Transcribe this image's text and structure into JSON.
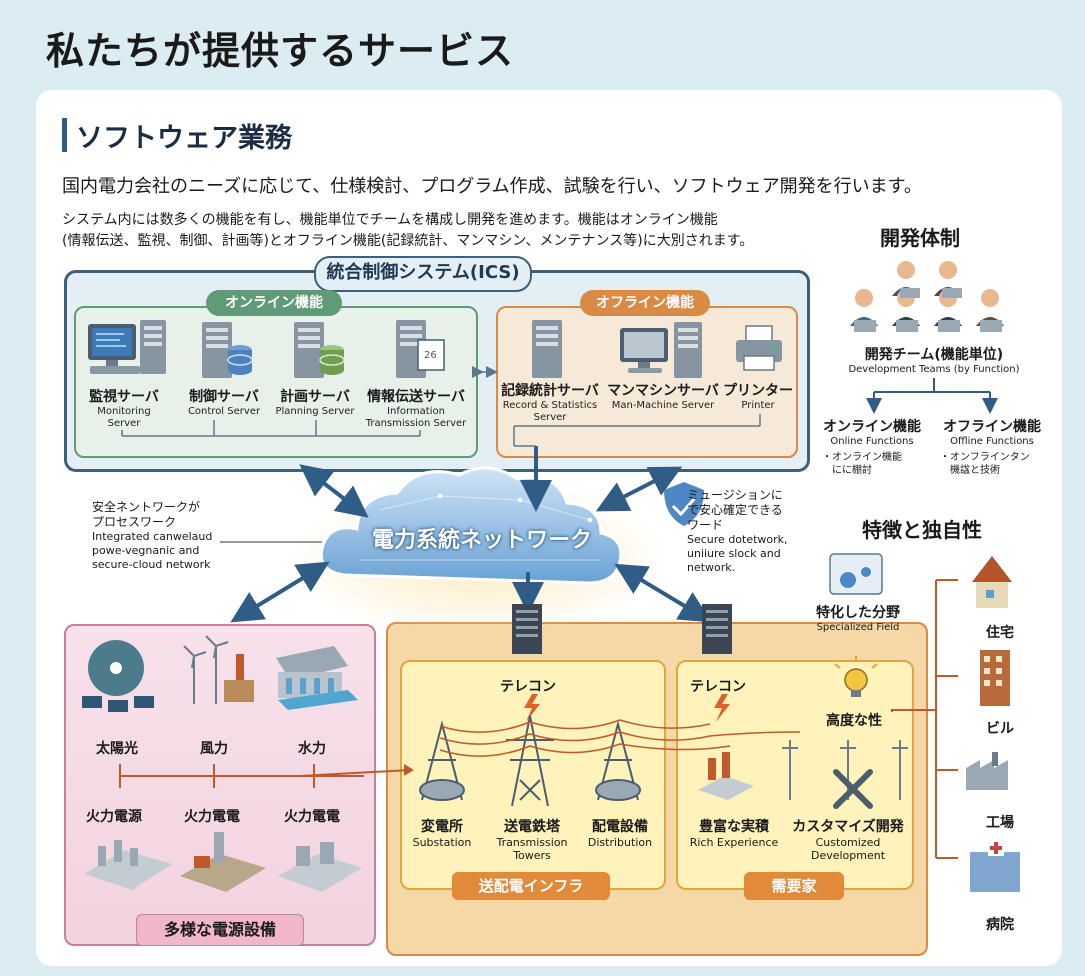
{
  "page_title": "私たちが提供するサービス",
  "section": {
    "title": "ソフトウェア業務",
    "desc1": "国内電力会社のニーズに応じて、仕様検討、プログラム作成、試験を行い、ソフトウェア開発を行います。",
    "desc2_line1": "システム内には数多くの機能を有し、機能単位でチームを構成し開発を進めます。機能はオンライン機能",
    "desc2_line2": "(情報伝送、監視、制御、計画等)とオフライン機能(記録統計、マンマシン、メンテナンス等)に大別されます。"
  },
  "ics": {
    "title": "統合制御システム(ICS)",
    "online_label": "オンライン機能",
    "offline_label": "オフライン機能",
    "online_servers": [
      {
        "jp": "監視サーバ",
        "en1": "Monitoring",
        "en2": "Server"
      },
      {
        "jp": "制御サーバ",
        "en1": "Control Server",
        "en2": ""
      },
      {
        "jp": "計画サーバ",
        "en1": "Planning Server",
        "en2": ""
      },
      {
        "jp": "情報伝送サーバ",
        "en1": "Information",
        "en2": "Transmission Server"
      }
    ],
    "offline_servers": [
      {
        "jp": "記録統計サーバ",
        "en1": "Record & Statistics",
        "en2": "Server"
      },
      {
        "jp": "マンマシンサーバ",
        "en1": "Man-Machine Server",
        "en2": ""
      },
      {
        "jp": "プリンター",
        "en1": "Printer",
        "en2": ""
      }
    ]
  },
  "dev": {
    "title": "開発体制",
    "team_jp": "開発チーム(機能単位)",
    "team_en": "Development Teams (by Function)",
    "online": {
      "jp": "オンライン機能",
      "en": "Online Functions",
      "note1": "・オンライン機能",
      "note2": "にに棚討"
    },
    "offline": {
      "jp": "オフライン機能",
      "en": "Offline Functions",
      "note1": "・オンフラインタン",
      "note2": "機諡と技術"
    }
  },
  "network": {
    "label": "電力系統ネットワーク",
    "left_note_jp1": "安全ネントワークが",
    "left_note_jp2": "プロセスワーク",
    "left_note_en1": "Integrated canwelaud",
    "left_note_en2": "powe-vegnanic and",
    "left_note_en3": "secure-cloud network",
    "right_note_jp1": "ミュージションに",
    "right_note_jp2": "で安心確定できる",
    "right_note_jp3": "ワード",
    "right_note_en1": "Secure dotetwork,",
    "right_note_en2": "uniiure slock and",
    "right_note_en3": "network."
  },
  "features": {
    "title": "特徴と独自性",
    "field_jp": "特化した分野",
    "field_en": "Specialized Field",
    "advanced": "高度な性"
  },
  "power": {
    "title": "多様な電源設備",
    "top": [
      "太陽光",
      "風力",
      "水力"
    ],
    "bottom": [
      "火力電源",
      "火力電電",
      "火力電電"
    ]
  },
  "infra": {
    "title": "送配電インフラ",
    "telecon": "テレコン",
    "items": [
      {
        "jp": "変電所",
        "en1": "Substation",
        "en2": ""
      },
      {
        "jp": "送電鉄塔",
        "en1": "Transmission",
        "en2": "Towers"
      },
      {
        "jp": "配電設備",
        "en1": "Distribution",
        "en2": ""
      }
    ]
  },
  "demand": {
    "title": "需要家",
    "telecon": "テレコン",
    "items": [
      {
        "jp": "豊富な実積",
        "en1": "Rich Experience",
        "en2": ""
      },
      {
        "jp": "カスタマイズ開発",
        "en1": "Customized",
        "en2": "Development"
      }
    ]
  },
  "buildings": [
    "住宅",
    "ビル",
    "工場",
    "病院"
  ],
  "colors": {
    "ics_border": "#3d5f78",
    "online": "#5f9b76",
    "offline": "#d98a44",
    "power_bg": "#f2d3e0",
    "infra_bg": "#fff2ba",
    "arrow": "#2f5d86",
    "line": "#c05a2a"
  }
}
